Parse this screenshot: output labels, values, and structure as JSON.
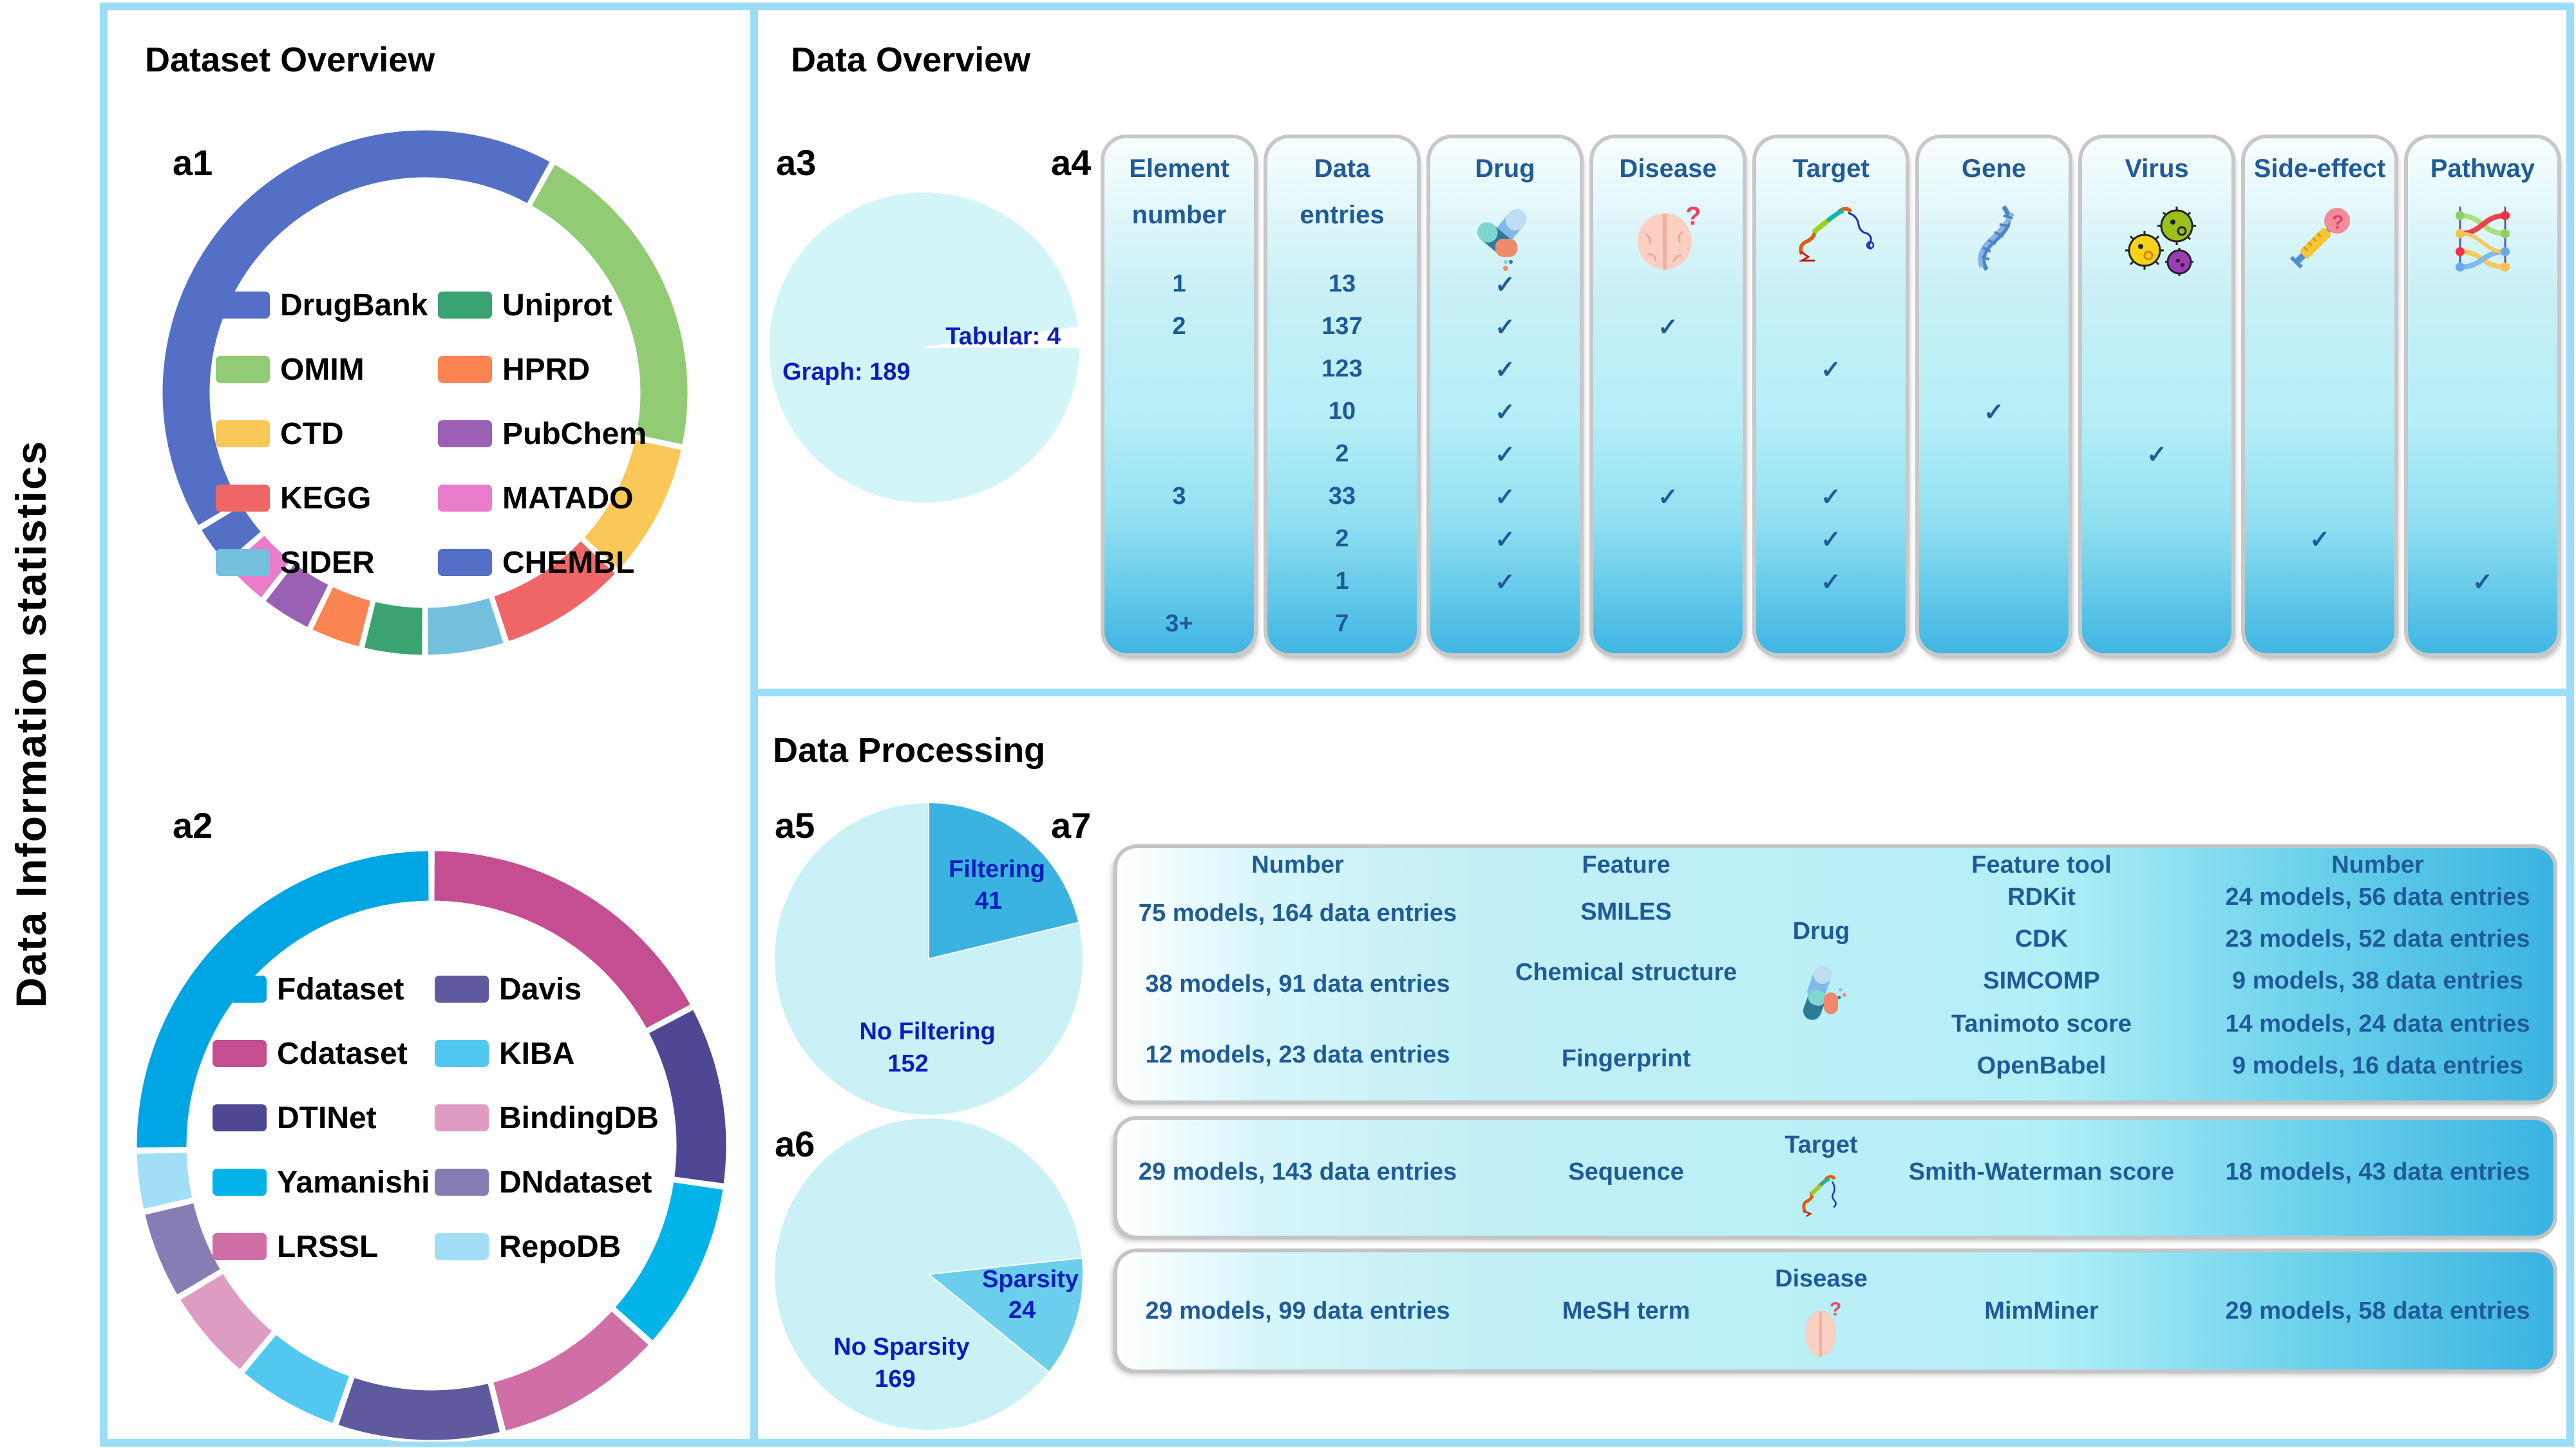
{
  "side_label": "Data Information statistics",
  "sections": {
    "dataset_overview": "Dataset Overview",
    "data_overview": "Data Overview",
    "data_processing": "Data Processing"
  },
  "panel_labels": {
    "a1": "a1",
    "a2": "a2",
    "a3": "a3",
    "a4": "a4",
    "a5": "a5",
    "a6": "a6",
    "a7": "a7"
  },
  "colors": {
    "frame": "#9BDDF7",
    "table_text": "#1F5B99",
    "pie_label": "#0A1EBE"
  },
  "chart_data": [
    {
      "id": "a1",
      "type": "pie",
      "variant": "donut",
      "title": "Database sources",
      "note": "approximate shares estimated from arc lengths (degrees of 360)",
      "legend_position": "center",
      "slices": [
        {
          "name": "DrugBank",
          "value": 150,
          "color": "#5470C6"
        },
        {
          "name": "OMIM",
          "value": 73,
          "color": "#91CC75"
        },
        {
          "name": "CTD",
          "value": 31,
          "color": "#FAC858"
        },
        {
          "name": "KEGG",
          "value": 29,
          "color": "#EE6666"
        },
        {
          "name": "SIDER",
          "value": 18,
          "color": "#73C0DE"
        },
        {
          "name": "Uniprot",
          "value": 14,
          "color": "#3BA272"
        },
        {
          "name": "HPRD",
          "value": 12,
          "color": "#FC8452"
        },
        {
          "name": "PubChem",
          "value": 12,
          "color": "#9A60B4"
        },
        {
          "name": "MATADO",
          "value": 11,
          "color": "#EA7CCC"
        },
        {
          "name": "CHEMBL",
          "value": 10,
          "color": "#5470C6"
        }
      ],
      "start_angle_deg": 239,
      "legend": [
        "DrugBank",
        "Uniprot",
        "OMIM",
        "HPRD",
        "CTD",
        "PubChem",
        "KEGG",
        "MATADO",
        "SIDER",
        "CHEMBL"
      ]
    },
    {
      "id": "a2",
      "type": "pie",
      "variant": "donut",
      "title": "Benchmark datasets",
      "note": "approximate shares estimated from arc lengths (degrees of 360)",
      "legend_position": "center",
      "slices": [
        {
          "name": "Cdataset",
          "value": 62,
          "color": "#C44E90"
        },
        {
          "name": "DTINet",
          "value": 36,
          "color": "#4E4894"
        },
        {
          "name": "Yamanishi",
          "value": 34,
          "color": "#00B4EA"
        },
        {
          "name": "LRSSL",
          "value": 34,
          "color": "#D06EA6"
        },
        {
          "name": "Davis",
          "value": 33,
          "color": "#5F5A9F"
        },
        {
          "name": "KIBA",
          "value": 21,
          "color": "#52C8F0"
        },
        {
          "name": "BindingDB",
          "value": 19,
          "color": "#DF9CC3"
        },
        {
          "name": "DNdataset",
          "value": 18,
          "color": "#877DB5"
        },
        {
          "name": "RepoDB",
          "value": 12,
          "color": "#A2DEF6"
        },
        {
          "name": "Fdataset",
          "value": 91,
          "color": "#00A5E3"
        }
      ],
      "start_angle_deg": 0,
      "legend": [
        "Fdataset",
        "Davis",
        "Cdataset",
        "KIBA",
        "DTINet",
        "BindingDB",
        "Yamanishi",
        "DNdataset",
        "LRSSL",
        "RepoDB"
      ]
    },
    {
      "id": "a3",
      "type": "pie",
      "slices": [
        {
          "name": "Graph",
          "value": 189,
          "label": "Graph: 189",
          "color": "#D4F5F8"
        },
        {
          "name": "Tabular",
          "value": 4,
          "label": "Tabular: 4",
          "color": "#FFFFFF"
        }
      ]
    },
    {
      "id": "a4",
      "type": "table",
      "columns": [
        "Element number",
        "Data entries",
        "Drug",
        "Disease",
        "Target",
        "Gene",
        "Virus",
        "Side-effect",
        "Pathway"
      ],
      "header_lines": [
        [
          "Element",
          "number"
        ],
        [
          "Data",
          "entries"
        ],
        [
          "Drug"
        ],
        [
          "Disease"
        ],
        [
          "Target"
        ],
        [
          "Gene"
        ],
        [
          "Virus"
        ],
        [
          "Side-effect"
        ],
        [
          "Pathway"
        ]
      ],
      "header_icons": [
        "",
        "",
        "pills-icon",
        "brain-icon",
        "protein-icon",
        "dna-icon",
        "virus-icon",
        "syringe-icon",
        "pathway-icon"
      ],
      "check_glyph": "✓",
      "rows": [
        {
          "element": "1",
          "entries": "13",
          "flags": [
            "Drug"
          ]
        },
        {
          "element": "2",
          "entries": "137",
          "flags": [
            "Drug",
            "Disease"
          ]
        },
        {
          "element": "",
          "entries": "123",
          "flags": [
            "Drug",
            "Target"
          ]
        },
        {
          "element": "",
          "entries": "10",
          "flags": [
            "Drug",
            "Gene"
          ]
        },
        {
          "element": "",
          "entries": "2",
          "flags": [
            "Drug",
            "Virus"
          ]
        },
        {
          "element": "3",
          "entries": "33",
          "flags": [
            "Drug",
            "Disease",
            "Target"
          ]
        },
        {
          "element": "",
          "entries": "2",
          "flags": [
            "Drug",
            "Target",
            "Side-effect"
          ]
        },
        {
          "element": "",
          "entries": "1",
          "flags": [
            "Drug",
            "Target",
            "Pathway"
          ]
        },
        {
          "element": "3+",
          "entries": "7",
          "flags": []
        }
      ]
    },
    {
      "id": "a5",
      "type": "pie",
      "slices": [
        {
          "name": "Filtering",
          "value": 41,
          "label": "Filtering",
          "count": "41",
          "color": "#3BB3E1"
        },
        {
          "name": "No Filtering",
          "value": 152,
          "label": "No Filtering",
          "count": "152",
          "color": "#C9F1F6"
        }
      ]
    },
    {
      "id": "a6",
      "type": "pie",
      "slices": [
        {
          "name": "Sparsity",
          "value": 24,
          "label": "Sparsity",
          "count": "24",
          "color": "#6BCEEC"
        },
        {
          "name": "No Sparsity",
          "value": 169,
          "label": "No Sparsity",
          "count": "169",
          "color": "#C9F1F6"
        }
      ]
    },
    {
      "id": "a7",
      "type": "table",
      "headers": {
        "number_left": "Number",
        "feature": "Feature",
        "feature_tool": "Feature tool",
        "number_right": "Number"
      },
      "groups": [
        {
          "entity": "Drug",
          "icon": "pills-icon",
          "features": [
            {
              "number": "75 models, 164 data entries",
              "feature": "SMILES"
            },
            {
              "number": "38 models, 91 data entries",
              "feature": "Chemical structure"
            },
            {
              "number": "12 models, 23 data entries",
              "feature": "Fingerprint"
            }
          ],
          "tools": [
            {
              "tool": "RDKit",
              "number": "24 models, 56 data entries"
            },
            {
              "tool": "CDK",
              "number": "23 models, 52 data entries"
            },
            {
              "tool": "SIMCOMP",
              "number": "9 models, 38 data entries"
            },
            {
              "tool": "Tanimoto score",
              "number": "14 models, 24 data entries"
            },
            {
              "tool": "OpenBabel",
              "number": "9 models, 16 data entries"
            }
          ]
        },
        {
          "entity": "Target",
          "icon": "protein-icon",
          "features": [
            {
              "number": "29 models, 143 data entries",
              "feature": "Sequence"
            }
          ],
          "tools": [
            {
              "tool": "Smith-Waterman score",
              "number": "18 models, 43 data entries"
            }
          ]
        },
        {
          "entity": "Disease",
          "icon": "brain-icon",
          "features": [
            {
              "number": "29 models, 99 data entries",
              "feature": "MeSH term"
            }
          ],
          "tools": [
            {
              "tool": "MimMiner",
              "number": "29 models, 58 data entries"
            }
          ]
        }
      ]
    }
  ]
}
